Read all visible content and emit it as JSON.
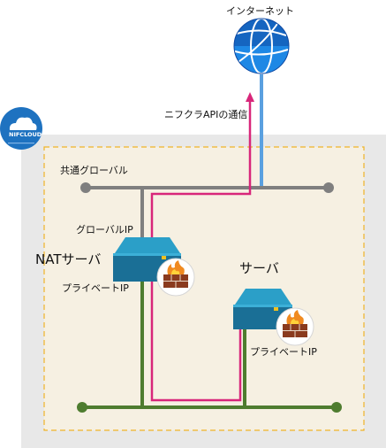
{
  "labels": {
    "internet": "インターネット",
    "api_comm": "ニフクラAPIの通信",
    "global_net": "共通グローバル",
    "global_ip": "グローバルIP",
    "nat_server": "NATサーバ",
    "nat_private_ip": "プライベートIP",
    "server": "サーバ",
    "server_private_ip": "プライベートIP",
    "logo_text": "NIFCLOUD"
  },
  "colors": {
    "region_bg": "#e8e8e8",
    "zone_bg": "#f6f0e2",
    "zone_border": "#f0b428",
    "global_line": "#7f7f7f",
    "private_line": "#4e7c2f",
    "api_path": "#d8267a",
    "internet_line": "#5aa0e0",
    "server_top": "#2b9fc8",
    "server_front": "#1a6f96",
    "logo_blue": "#1e72c0"
  },
  "icons": {
    "internet": "globe-icon",
    "logo": "cloud-logo-icon",
    "firewall": "firewall-icon",
    "server": "server-icon"
  }
}
